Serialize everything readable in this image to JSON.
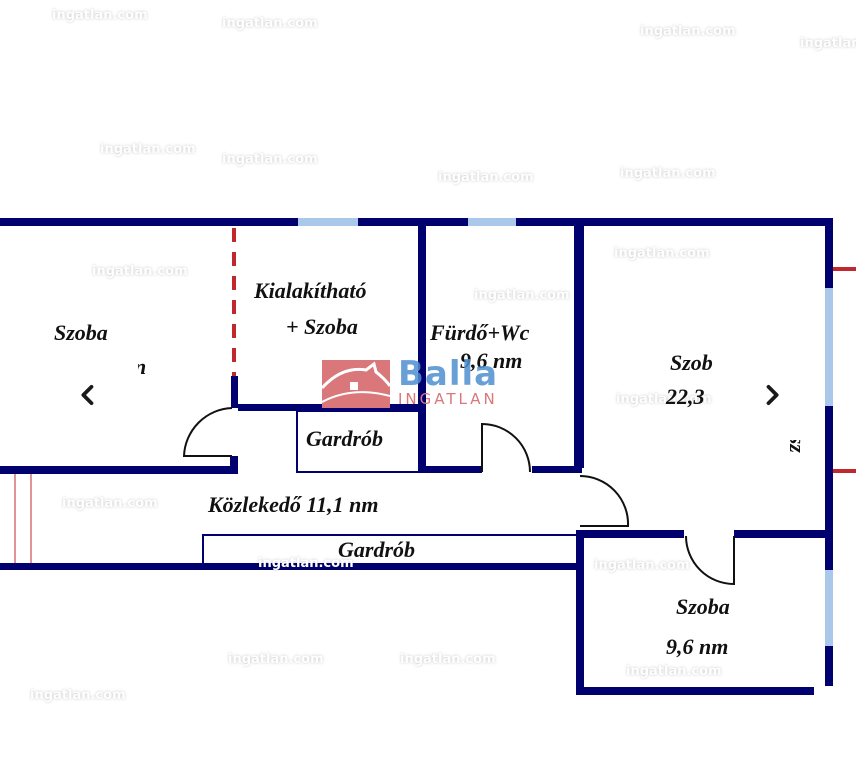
{
  "viewer": {
    "prev_button_label": "Previous image",
    "next_button_label": "Next image",
    "prev_icon": "chevron-left-icon",
    "next_icon": "chevron-right-icon"
  },
  "floorplan": {
    "rooms": [
      {
        "id": "szoba-left",
        "name": "Szoba",
        "area": "n"
      },
      {
        "id": "kialakithato",
        "name": "Kialakítható",
        "name2": "+ Szoba"
      },
      {
        "id": "gardrob-small",
        "name": "Gardrób"
      },
      {
        "id": "furdo",
        "name": "Fürdő+Wc",
        "area": "9,6 nm"
      },
      {
        "id": "szoba-large",
        "name": "Szob",
        "area": "22,3"
      },
      {
        "id": "kozlekedo",
        "name": "Közlekedő 11,1 nm"
      },
      {
        "id": "gardrob-long",
        "name": "Gardrób"
      },
      {
        "id": "szoba-small",
        "name": "Szoba",
        "area": "9,6 nm"
      },
      {
        "id": "terasz",
        "name": "Terasz"
      }
    ],
    "colors": {
      "wall": "#00006e",
      "window": "#aac8ea",
      "partition": "#c0282e",
      "door": "#111111"
    }
  },
  "logo": {
    "brand": "Balla",
    "subtitle": "INGATLAN",
    "brand_color": "#4e8fd0",
    "accent_color": "#d9777a"
  },
  "watermark": {
    "text": "ingatlan.com"
  }
}
